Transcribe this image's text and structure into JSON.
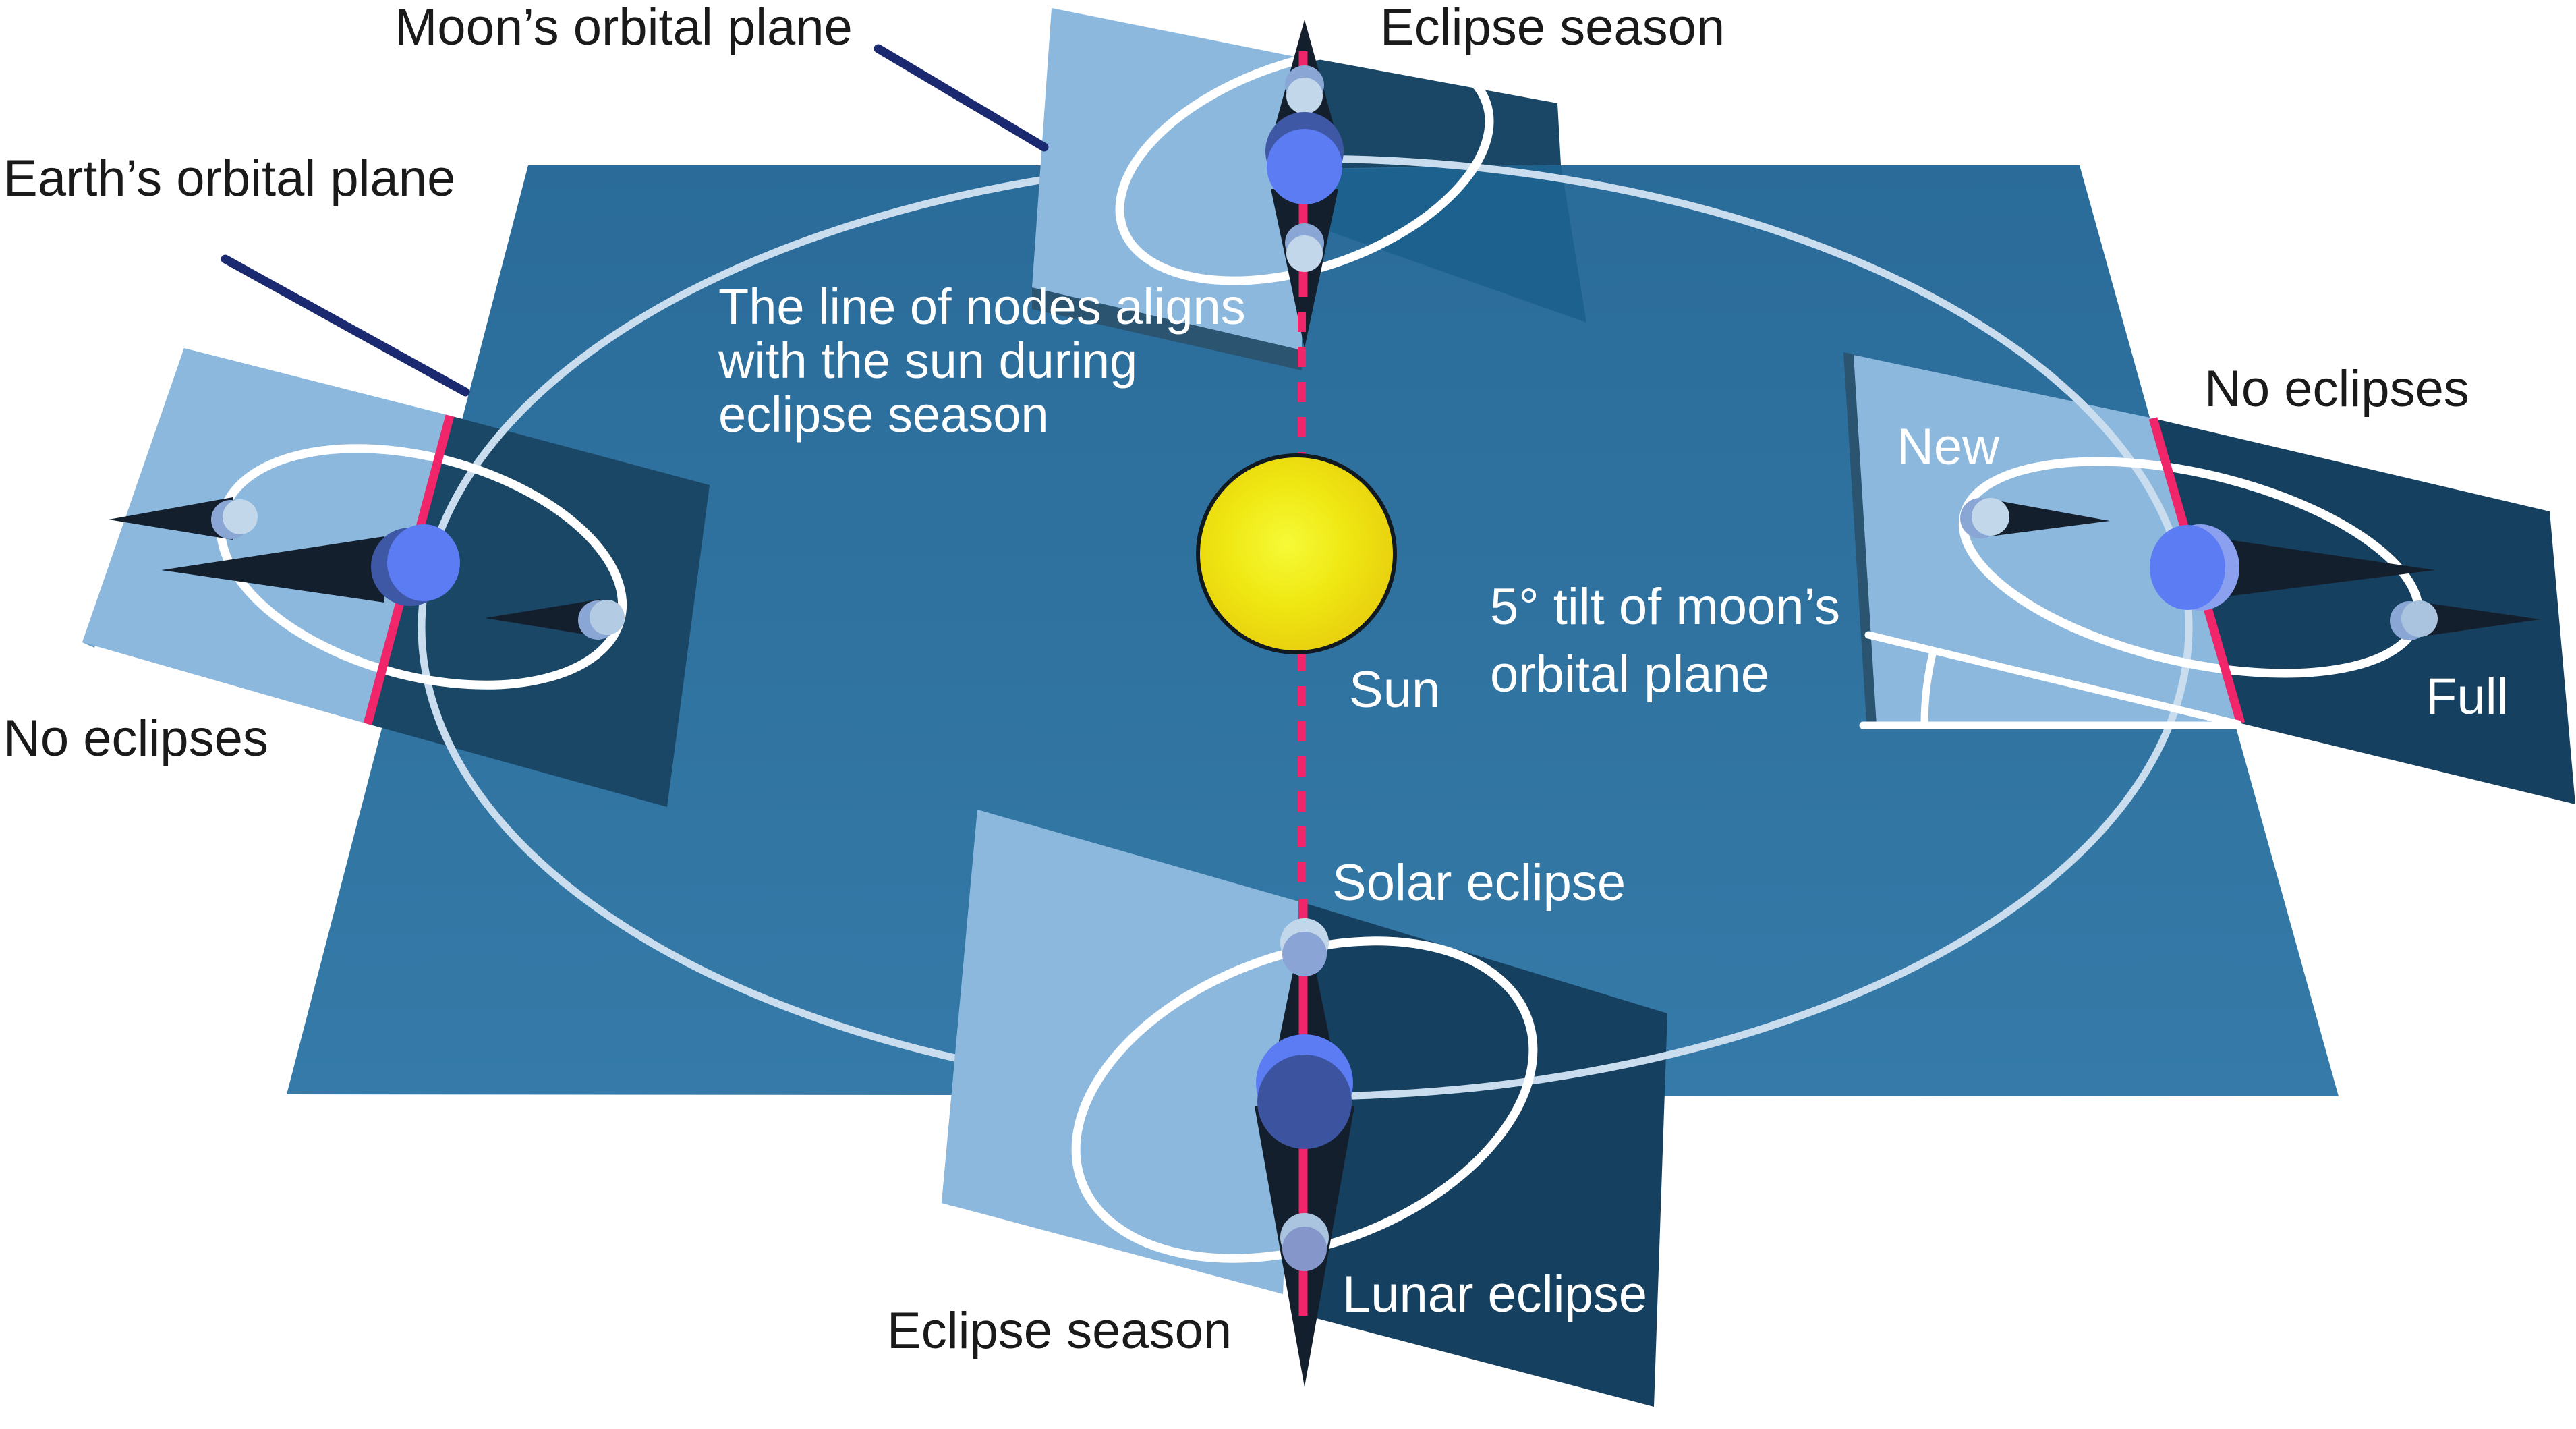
{
  "diagram": {
    "type": "astronomy-eclipse-seasons",
    "description_visible_text_only": true
  },
  "labels": {
    "moons_orbital_plane": "Moon’s orbital plane",
    "earths_orbital_plane": "Earth’s orbital plane",
    "eclipse_season_top": "Eclipse season",
    "eclipse_season_bottom": "Eclipse season",
    "no_eclipses_left": "No eclipses",
    "no_eclipses_right": "No eclipses",
    "new_moon": "New",
    "full_moon": "Full",
    "sun": "Sun",
    "solar_eclipse": "Solar eclipse",
    "lunar_eclipse": "Lunar eclipse",
    "tilt_line1": "5° tilt of moon’s",
    "tilt_line2": "orbital plane",
    "note_line1": "The line of nodes aligns",
    "note_line2": "with the sun during",
    "note_line3": "eclipse season"
  },
  "colors": {
    "bg": "#ffffff",
    "text-dark": "#1a1a1a",
    "text-light": "#ffffff",
    "plane-top": "#2a6b99",
    "plane-bottom": "#357aa8",
    "plane-shadow": "#1d628f",
    "panel-light": "#8cb8dd",
    "panel-navy": "#1a4765",
    "panel-navy-deep": "#16405f",
    "panel-strip-dark": "#2a5470",
    "panel-strip-mid": "#679ac2",
    "cone": "#141f2d",
    "node-pink": "#f0256a",
    "pointer-navy": "#1b2a70",
    "earth-orbit": "#c9ddef",
    "moon-orbit": "#ffffff",
    "earth-bright": "#5b7cf3",
    "earth-dark": "#3f58a6",
    "earth-shadowed": "#3c54a0",
    "earth-rim": "#8ba0ef",
    "moon-pale": "#c2d8ea",
    "moon-mid": "#8aa6d4",
    "moon-dim": "#8496ca",
    "moon-dim2": "#8ba4d6",
    "moon-pale2": "#aac4e0",
    "moon-pale3": "#b3cce3",
    "sun-core": "#f6fa37",
    "sun-mid": "#efe712",
    "sun-edge": "#e7cb0e",
    "sun-stroke": "#101820"
  }
}
